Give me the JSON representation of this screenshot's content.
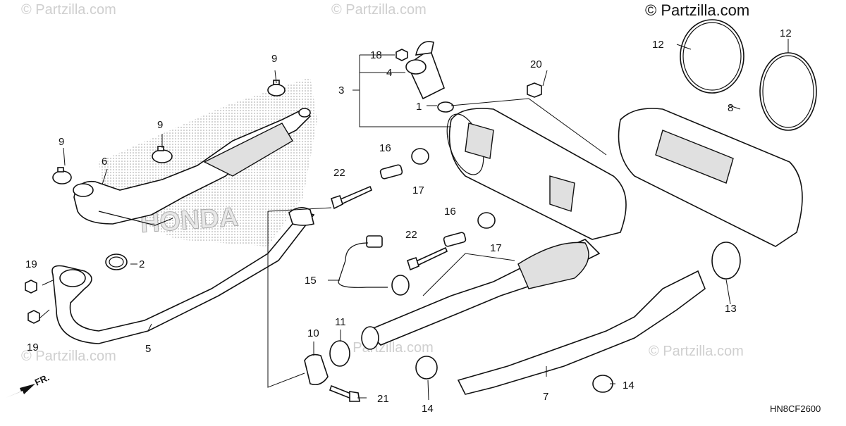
{
  "watermarks": {
    "main": "© Partzilla.com",
    "tiles": [
      "© Partzilla.com",
      "© Partzilla.com",
      "© Partzilla.com",
      "© Partzilla.com",
      "© Partzilla.com",
      "© Partzilla.com"
    ]
  },
  "diagram_code": "HN8CF2600",
  "front_indicator": "FR.",
  "callouts": {
    "c1": "1",
    "c2": "2",
    "c3": "3",
    "c4": "4",
    "c5": "5",
    "c6": "6",
    "c7": "7",
    "c8": "8",
    "c9a": "9",
    "c9b": "9",
    "c9c": "9",
    "c10": "10",
    "c11": "11",
    "c12a": "12",
    "c12b": "12",
    "c13": "13",
    "c14a": "14",
    "c14b": "14",
    "c15": "15",
    "c16a": "16",
    "c16b": "16",
    "c17a": "17",
    "c17b": "17",
    "c18": "18",
    "c19a": "19",
    "c19b": "19",
    "c20": "20",
    "c21": "21",
    "c22a": "22",
    "c22b": "22"
  },
  "logo_text": "HONDA"
}
